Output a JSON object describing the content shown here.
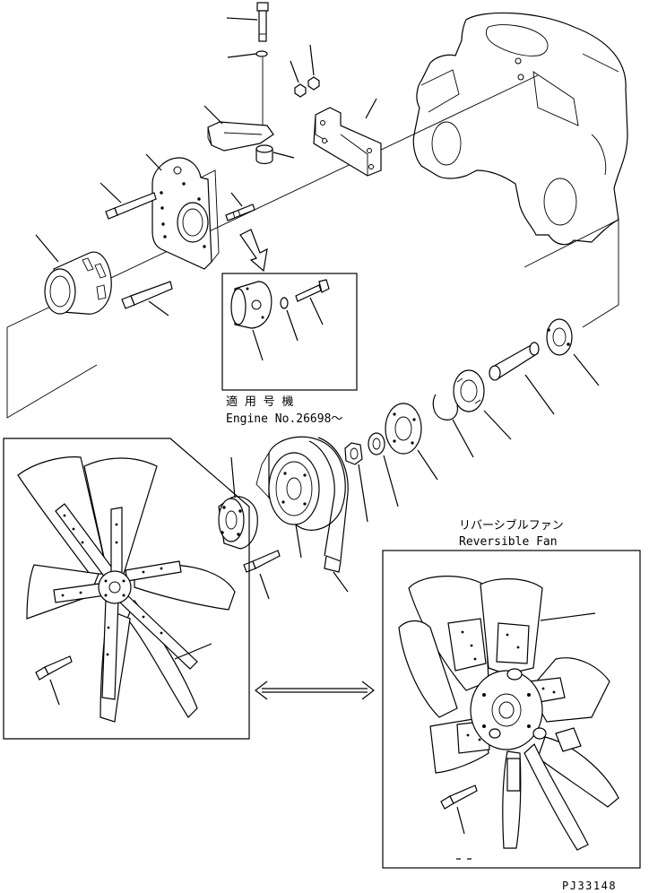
{
  "inset_note": {
    "line1": "適 用 号 機",
    "line2": "Engine No.26698～"
  },
  "reversible_fan": {
    "label_jp": "リバーシブルファン",
    "label_en": "Reversible Fan"
  },
  "page_code": "PJ33148"
}
